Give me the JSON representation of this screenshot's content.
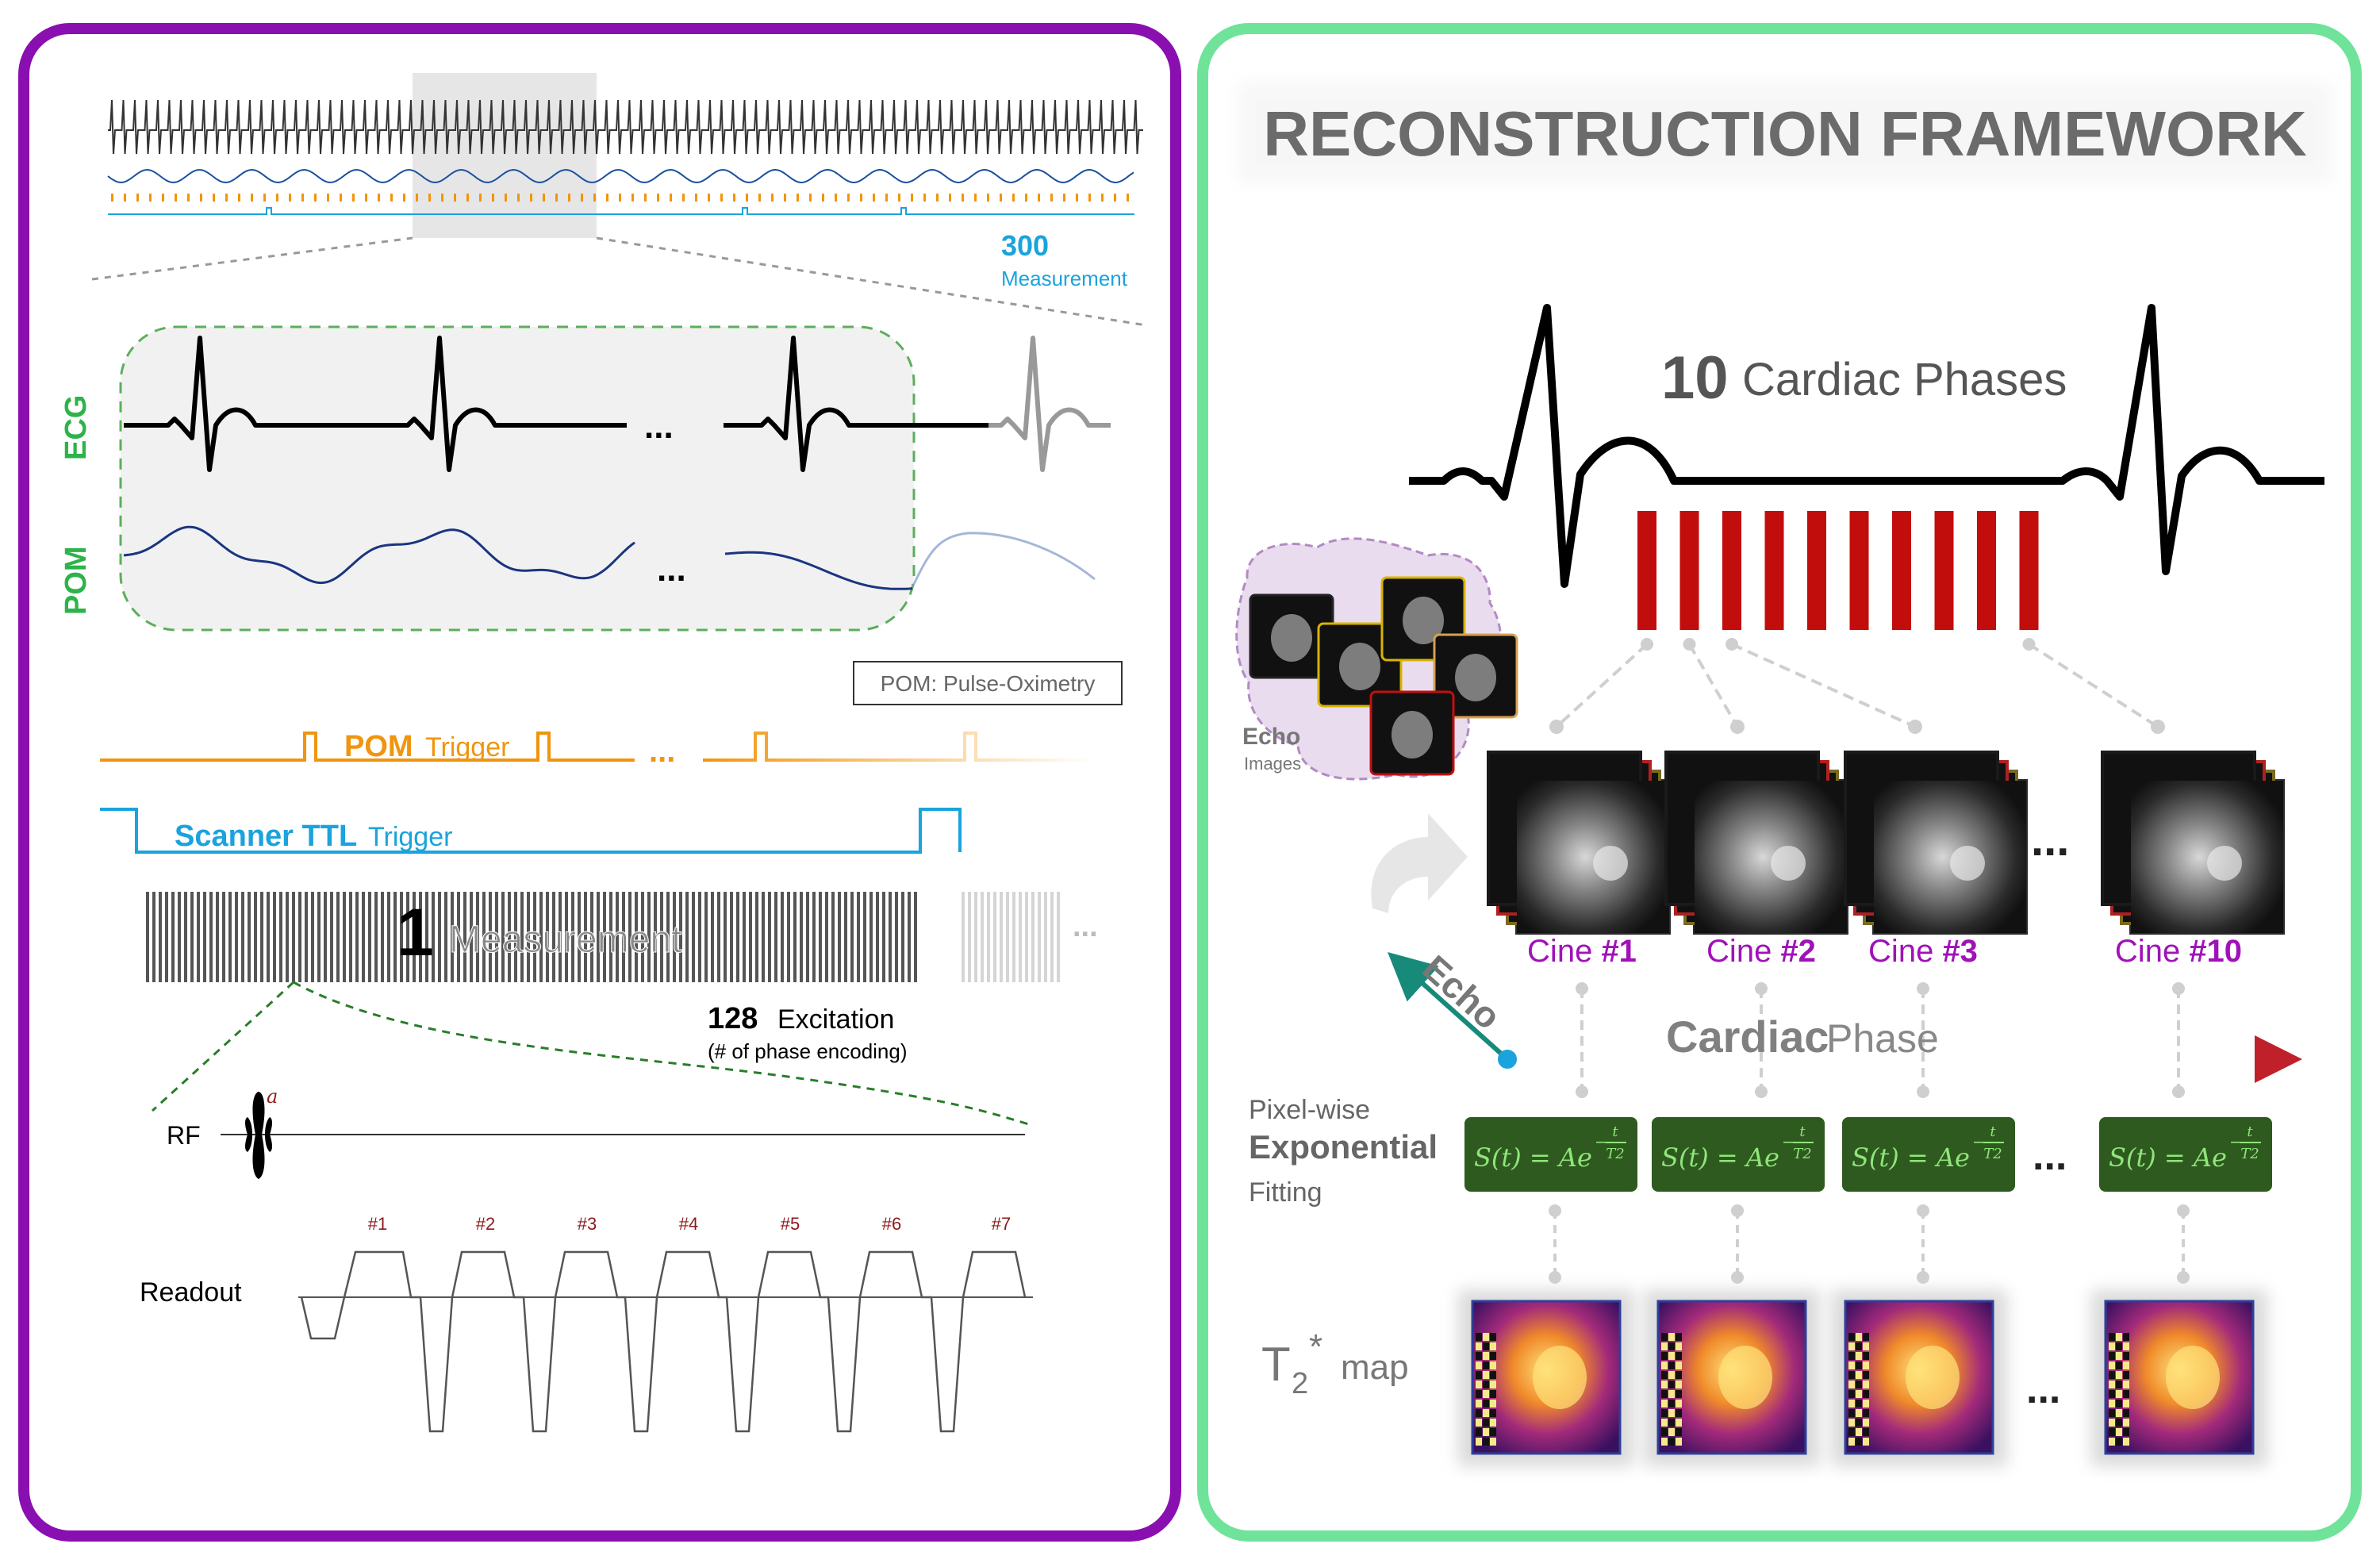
{
  "left_panel": {
    "measurement_count": "300",
    "measurement_count_label": "Measurement",
    "ecg_label": "ECG",
    "pom_label": "POM",
    "ecg_ellipsis": "...",
    "pom_ellipsis": "...",
    "pom_legend": "POM: Pulse-Oximetry",
    "pom_trigger_bold": "POM",
    "pom_trigger_rest": "Trigger",
    "pom_trigger_ellipsis": "...",
    "ttl_trigger_bold": "Scanner TTL",
    "ttl_trigger_rest": "Trigger",
    "measurement_number": "1",
    "measurement_word": "Measurement",
    "measurement_ellipsis": "...",
    "excitation_number": "128",
    "excitation_word": "Excitation",
    "excitation_note": "(# of phase encoding)",
    "rf_label": "RF",
    "rf_flip": "a",
    "readout_label": "Readout",
    "echo_numbers": [
      "#1",
      "#2",
      "#3",
      "#4",
      "#5",
      "#6",
      "#7"
    ]
  },
  "right_panel": {
    "title": "RECONSTRUCTION FRAMEWORK",
    "phases_number": "10",
    "phases_word": "Cardiac Phases",
    "echo_images_title": "Echo",
    "echo_images_sub": "Images",
    "cine_prefix": "Cine",
    "cines": [
      "#1",
      "#2",
      "#3",
      "#10"
    ],
    "cine_ellipsis": "...",
    "echo_axis": "Echo",
    "phase_axis_bold": "Cardiac",
    "phase_axis_rest": "Phase",
    "fit_line1": "Pixel-wise",
    "fit_line2": "Exponential",
    "fit_line3": "Fitting",
    "formula_lhs": "S(t) = Ae",
    "formula_exp_num": "t",
    "formula_exp_den": "T2",
    "formula_exp_sign": "−",
    "fit_ellipsis": "...",
    "map_label_T": "T",
    "map_label_sub": "2",
    "map_label_star": "*",
    "map_label_word": "map",
    "map_ellipsis": "..."
  },
  "colors": {
    "left_border": "#8a0fb0",
    "right_border": "#6fe39a",
    "green_label": "#2db34a",
    "orange": "#f0950f",
    "blue": "#1aa3dc",
    "dark_red": "#8b1a1a",
    "purple_text": "#a012b8",
    "red_bar": "#c20d0d",
    "formula_box": "#2e5a1f",
    "formula_text": "#8fe57a"
  }
}
